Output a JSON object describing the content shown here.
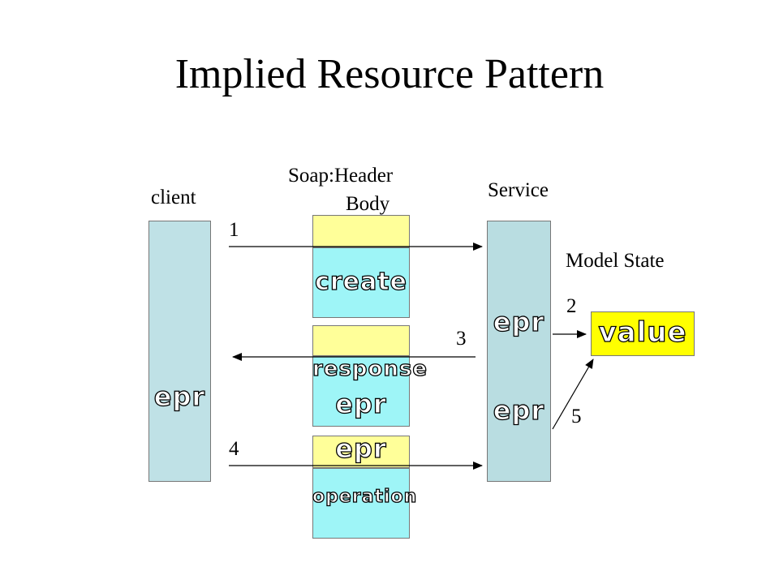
{
  "title": "Implied Resource Pattern",
  "labels": {
    "client": "client",
    "soap_header": "Soap:Header",
    "body": "Body",
    "service": "Service",
    "model_state": "Model State"
  },
  "steps": [
    "1",
    "2",
    "3",
    "4",
    "5"
  ],
  "blocks": {
    "client_epr": "epr",
    "create": "create",
    "response": "response",
    "response_epr": "epr",
    "operation_epr": "epr",
    "operation": "operation",
    "service_epr_top": "epr",
    "service_epr_bottom": "epr",
    "value": "value"
  },
  "colors": {
    "cyan": "#bfe1e6",
    "pale_yellow": "#ffff99",
    "bright_yellow": "#ffff00",
    "message_body": "#9ef5f7"
  }
}
